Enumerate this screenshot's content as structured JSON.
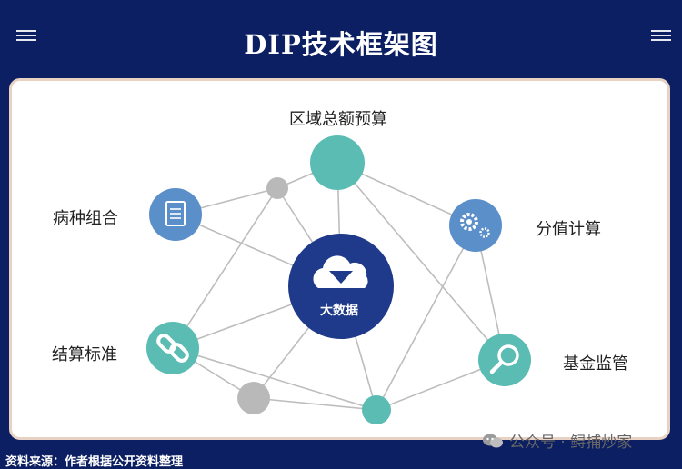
{
  "header": {
    "title": "DIP技术框架图",
    "menu_icon": "hamburger-icon"
  },
  "diagram": {
    "center_label": "大数据",
    "nodes": [
      {
        "id": "regional",
        "label": "区域总额预算"
      },
      {
        "id": "disease",
        "label": "病种组合"
      },
      {
        "id": "score",
        "label": "分值计算"
      },
      {
        "id": "settle",
        "label": "结算标准"
      },
      {
        "id": "fund",
        "label": "基金监管"
      }
    ],
    "icons": {
      "center": "cloud-download-icon",
      "disease": "document-icon",
      "score": "gears-icon",
      "settle": "link-icon",
      "fund": "magnifier-icon"
    },
    "colors": {
      "header_bg": "#0d1f63",
      "center": "#1f3a8a",
      "teal": "#5bbcb3",
      "blue": "#5b8fca",
      "gray": "#b9b9b9",
      "edge": "#bdbdbd"
    }
  },
  "footer": {
    "source": "资料来源：作者根据公开资料整理",
    "watermark": "公众号 · 鲟捕炒家"
  }
}
